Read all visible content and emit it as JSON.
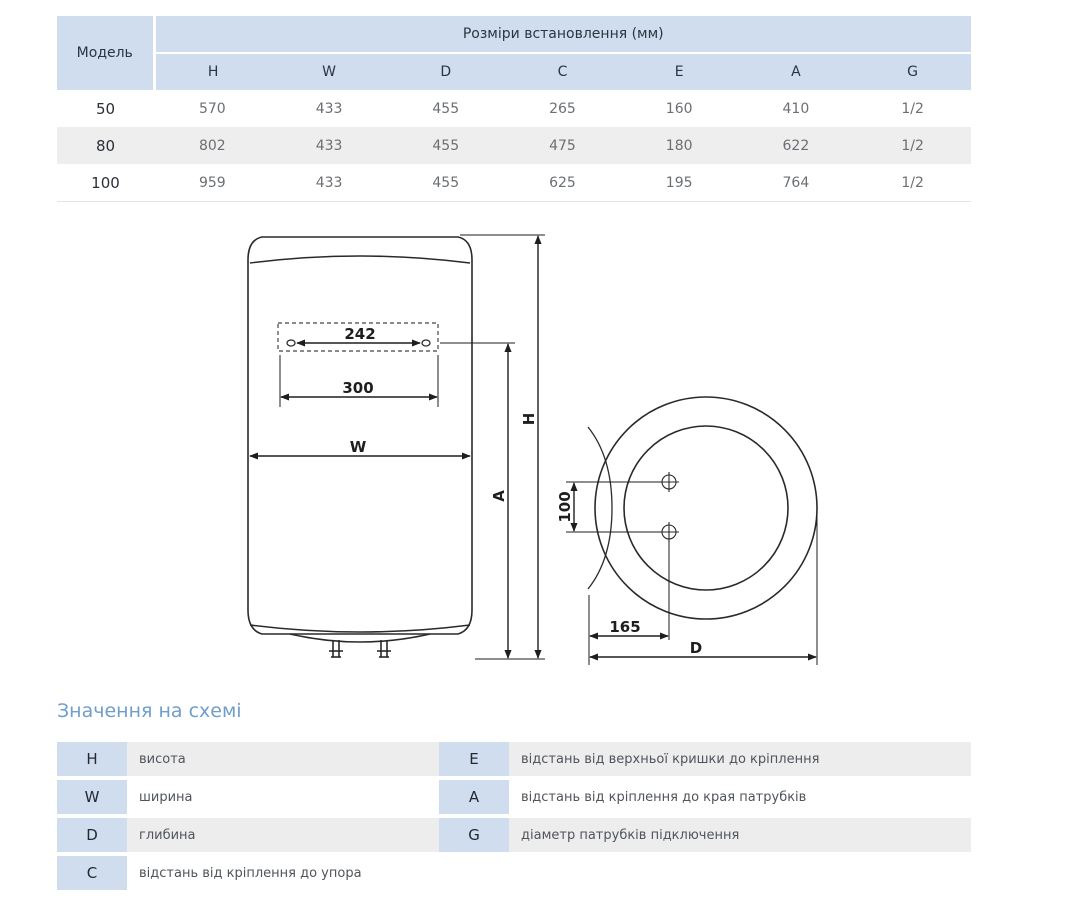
{
  "spec_table": {
    "model_header": "Модель",
    "group_header": "Розміри встановлення (мм)",
    "columns": [
      "H",
      "W",
      "D",
      "C",
      "E",
      "A",
      "G"
    ],
    "rows": [
      {
        "model": "50",
        "values": [
          "570",
          "433",
          "455",
          "265",
          "160",
          "410",
          "1/2"
        ]
      },
      {
        "model": "80",
        "values": [
          "802",
          "433",
          "455",
          "475",
          "180",
          "622",
          "1/2"
        ]
      },
      {
        "model": "100",
        "values": [
          "959",
          "433",
          "455",
          "625",
          "195",
          "764",
          "1/2"
        ]
      }
    ]
  },
  "diagram": {
    "dim_242": "242",
    "dim_300": "300",
    "dim_w": "W",
    "dim_h": "H",
    "dim_a": "A",
    "dim_100": "100",
    "dim_165": "165",
    "dim_d": "D"
  },
  "legend": {
    "title": "Значення на схемі",
    "left": [
      {
        "key": "H",
        "text": "висота"
      },
      {
        "key": "W",
        "text": "ширина"
      },
      {
        "key": "D",
        "text": "глибина"
      },
      {
        "key": "C",
        "text": "відстань від кріплення до упора"
      }
    ],
    "right": [
      {
        "key": "E",
        "text": "відстань від верхньої кришки до кріплення"
      },
      {
        "key": "A",
        "text": "відстань від кріплення до края патрубків"
      },
      {
        "key": "G",
        "text": "діаметр патрубків підключення"
      }
    ]
  },
  "colors": {
    "header_bg": "#cfddef",
    "row_alt_bg": "#eeeeef",
    "legend_title": "#6f9ecb",
    "line": "#2a2a2a"
  }
}
